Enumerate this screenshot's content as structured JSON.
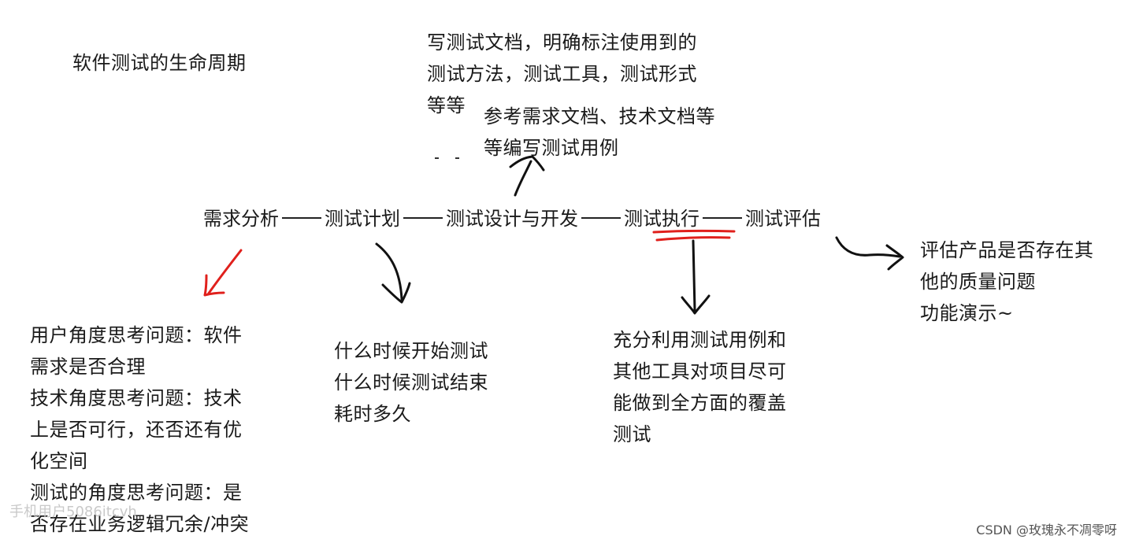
{
  "title": "软件测试的生命周期",
  "stages": [
    {
      "key": "req",
      "label": "需求分析"
    },
    {
      "key": "plan",
      "label": "测试计划"
    },
    {
      "key": "design",
      "label": "测试设计与开发"
    },
    {
      "key": "exec",
      "label": "测试执行"
    },
    {
      "key": "eval",
      "label": "测试评估"
    }
  ],
  "notes": {
    "plan_doc": [
      "写测试文档，明确标注使用到的",
      "测试方法，测试工具，测试形式",
      "等等"
    ],
    "design": [
      "参考需求文档、技术文档等",
      "等编写测试用例"
    ],
    "req": [
      "用户角度思考问题：软件",
      "需求是否合理",
      "技术角度思考问题：技术",
      "上是否可行，还否还有优",
      "化空间",
      "测试的角度思考问题：是",
      "否存在业务逻辑冗余/冲突"
    ],
    "plan": [
      "什么时候开始测试",
      "什么时候测试结束",
      "耗时多久"
    ],
    "exec": [
      "充分利用测试用例和",
      "其他工具对项目尽可",
      "能做到全方面的覆盖",
      "测试"
    ],
    "eval": [
      "评估产品是否存在其",
      "他的质量问题",
      "功能演示~"
    ]
  },
  "watermark": "手机用户5086itcvh",
  "credit": "CSDN @玫瑰永不凋零呀",
  "colors": {
    "ink": "#1a1a1a",
    "red_mark": "#e0201c"
  }
}
